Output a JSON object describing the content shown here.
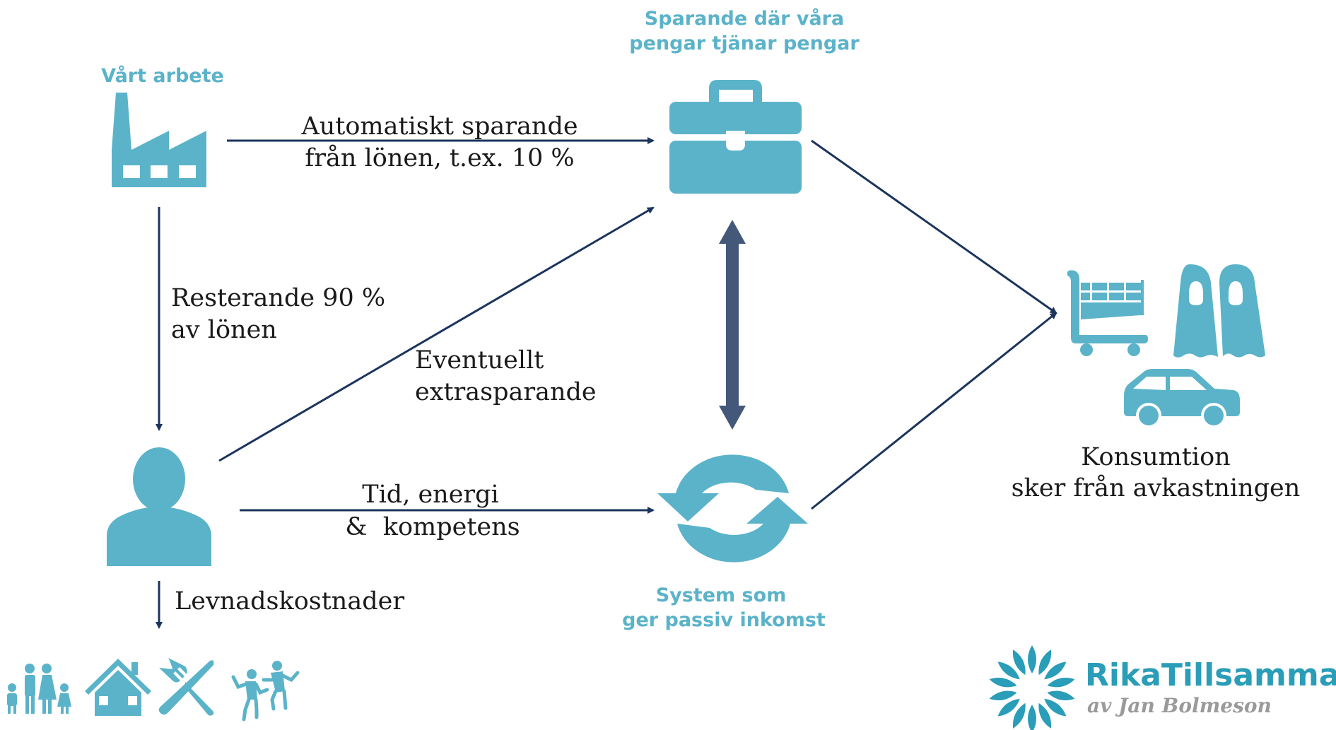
{
  "colors": {
    "icon": "#5bb3c9",
    "arrow": "#1b345c",
    "double_arrow": "#44597a",
    "logo_text": "#2a9db8",
    "logo_sub": "#9a9a9a"
  },
  "nodes": {
    "work": {
      "label": "Vårt arbete",
      "icon": "factory-icon"
    },
    "savings": {
      "label_line1": "Sparande där våra",
      "label_line2": "pengar tjänar pengar",
      "icon": "briefcase-icon"
    },
    "person": {
      "icon": "person-icon"
    },
    "system": {
      "label_line1": "System som",
      "label_line2": "ger passiv inkomst",
      "icon": "refresh-cycle-icon"
    },
    "consumption": {
      "label_line1": "Konsumtion",
      "label_line2": "sker från avkastningen",
      "icons": [
        "shopping-cart-icon",
        "swim-fins-icon",
        "car-icon"
      ]
    },
    "living_costs": {
      "icons": [
        "family-icon",
        "house-icon",
        "fork-knife-icon",
        "dancing-people-icon"
      ]
    }
  },
  "edges": {
    "auto_saving": {
      "line1": "Automatiskt sparande",
      "line2": "från lönen, t.ex. 10 %"
    },
    "remaining": {
      "line1": "Resterande 90 %",
      "line2": "av lönen"
    },
    "extra_saving": {
      "line1": "Eventuellt",
      "line2": "extrasparande"
    },
    "time_energy": {
      "line1": "Tid, energi",
      "line2": "&  kompetens"
    },
    "living_costs": {
      "label": "Levnadskostnader"
    }
  },
  "logo": {
    "name": "RikaTillsammans",
    "byline": "av Jan Bolmeson"
  }
}
